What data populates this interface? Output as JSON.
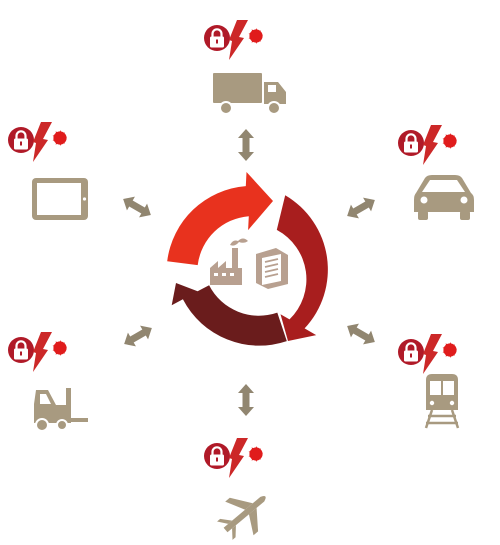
{
  "colors": {
    "icon": "#a89a80",
    "arrow": "#918670",
    "lock": "#b01a28",
    "bolt": "#cc2828",
    "burst": "#e01c1c",
    "cycle_red": "#e8321e",
    "cycle_crimson": "#a81e1e",
    "cycle_dark": "#6a1c1c",
    "center_icon": "#b8a090"
  },
  "center": {
    "icons": [
      "factory-icon",
      "document-icon"
    ]
  },
  "nodes": [
    {
      "id": "truck",
      "icon": "truck-icon"
    },
    {
      "id": "car",
      "icon": "car-icon"
    },
    {
      "id": "train",
      "icon": "train-icon"
    },
    {
      "id": "plane",
      "icon": "plane-icon"
    },
    {
      "id": "forklift",
      "icon": "forklift-icon"
    },
    {
      "id": "tablet",
      "icon": "tablet-icon"
    }
  ]
}
